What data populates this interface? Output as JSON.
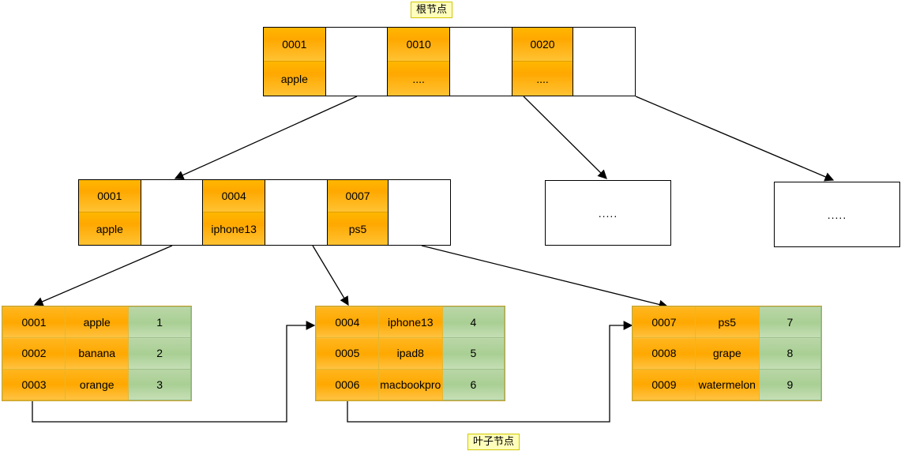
{
  "diagram": {
    "title_top": "根节点",
    "title_bottom": "叶子节点",
    "ellipsis_short": "....",
    "ellipsis_long": "....."
  },
  "colors": {
    "key_orange": "#ffa800",
    "value_green": "#a9cf94",
    "label_yellow": "#ffffbb",
    "border": "#000000"
  },
  "root_node": {
    "name": "root-node",
    "entries": [
      {
        "key": "0001",
        "value": "apple"
      },
      {
        "key": "0010",
        "value": "...."
      },
      {
        "key": "0020",
        "value": "...."
      }
    ]
  },
  "internal_nodes": [
    {
      "name": "internal-node-left",
      "entries": [
        {
          "key": "0001",
          "value": "apple"
        },
        {
          "key": "0004",
          "value": "iphone13"
        },
        {
          "key": "0007",
          "value": "ps5"
        }
      ]
    },
    {
      "name": "internal-node-middle",
      "text": "....."
    },
    {
      "name": "internal-node-right",
      "text": "....."
    }
  ],
  "leaf_nodes": [
    {
      "name": "leaf-node-1",
      "rows": [
        {
          "id": "0001",
          "value": "apple",
          "data": "1"
        },
        {
          "id": "0002",
          "value": "banana",
          "data": "2"
        },
        {
          "id": "0003",
          "value": "orange",
          "data": "3"
        }
      ]
    },
    {
      "name": "leaf-node-2",
      "rows": [
        {
          "id": "0004",
          "value": "iphone13",
          "data": "4"
        },
        {
          "id": "0005",
          "value": "ipad8",
          "data": "5"
        },
        {
          "id": "0006",
          "value": "macbookpro",
          "data": "6"
        }
      ]
    },
    {
      "name": "leaf-node-3",
      "rows": [
        {
          "id": "0007",
          "value": "ps5",
          "data": "7"
        },
        {
          "id": "0008",
          "value": "grape",
          "data": "8"
        },
        {
          "id": "0009",
          "value": "watermelon",
          "data": "9"
        }
      ]
    }
  ]
}
